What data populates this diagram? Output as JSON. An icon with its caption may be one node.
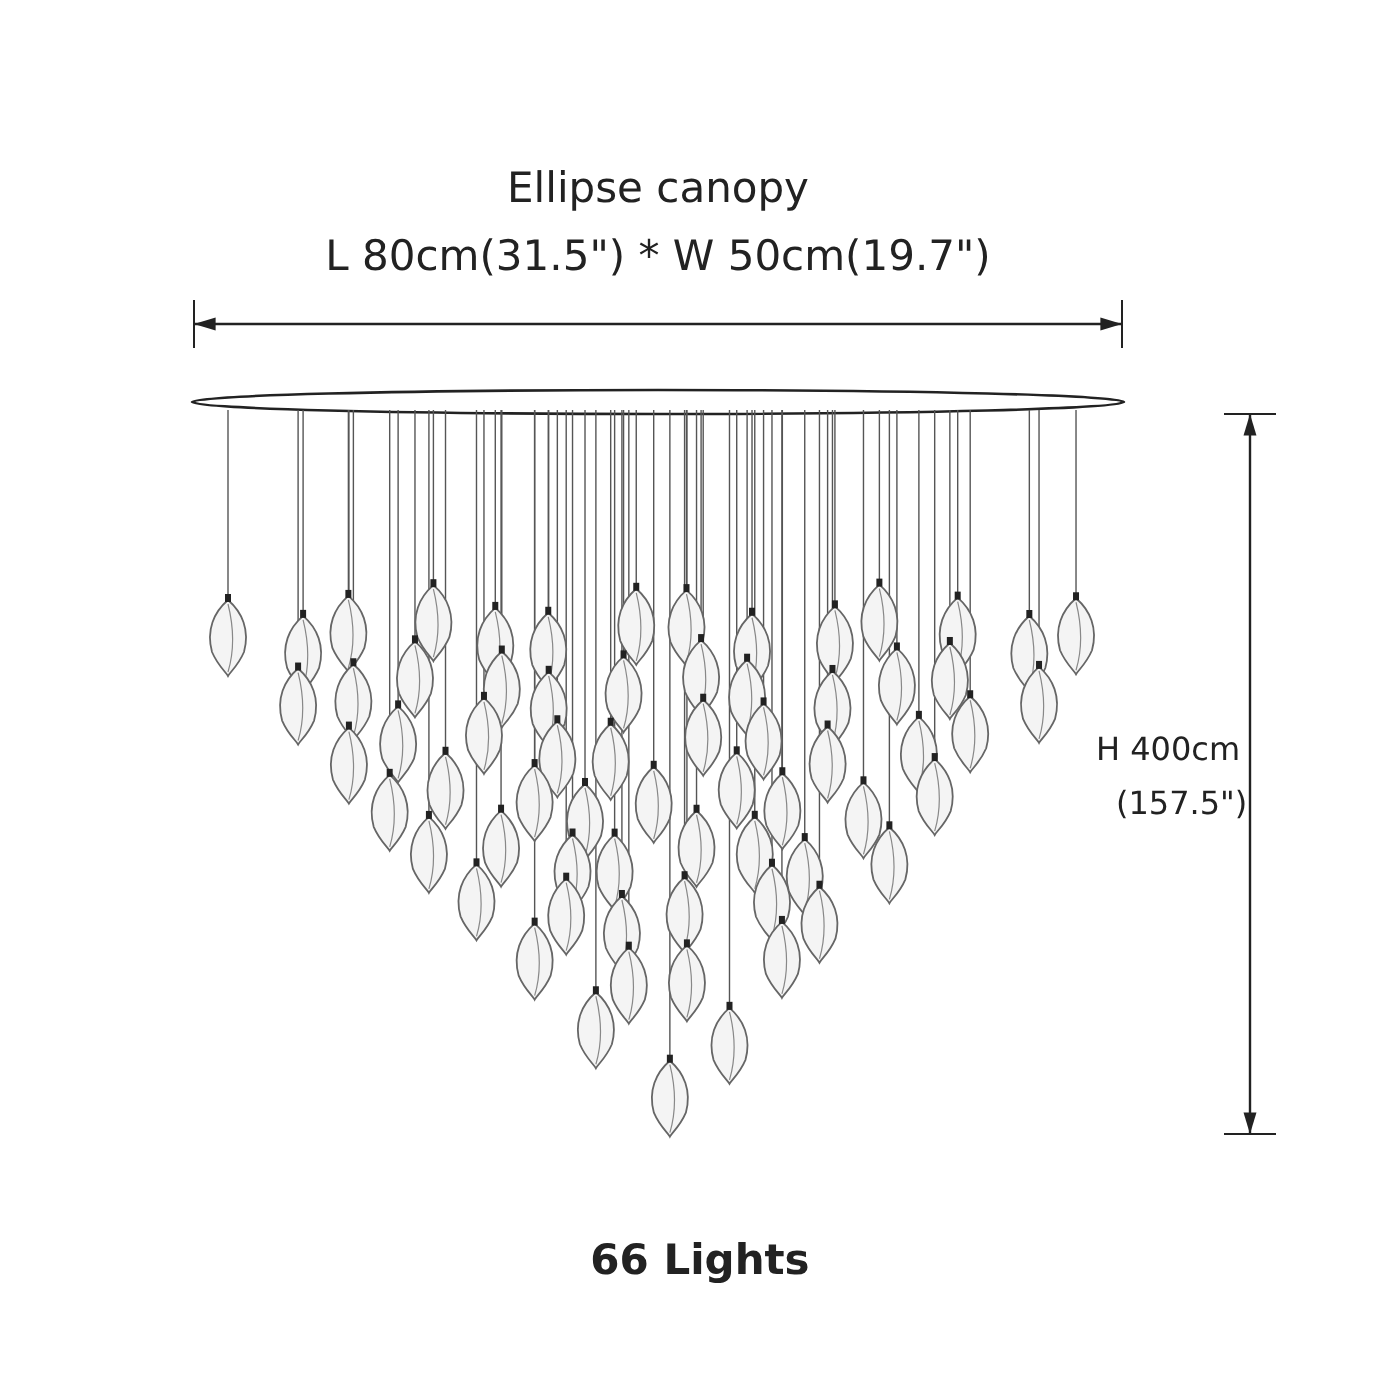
{
  "diagram": {
    "labels": [
      "Ellipse canopy",
      "L 80cm(31.5\") * W 50cm(19.7\")",
      "H 400cm",
      "(157.5\")",
      "66 Lights"
    ]
  }
}
